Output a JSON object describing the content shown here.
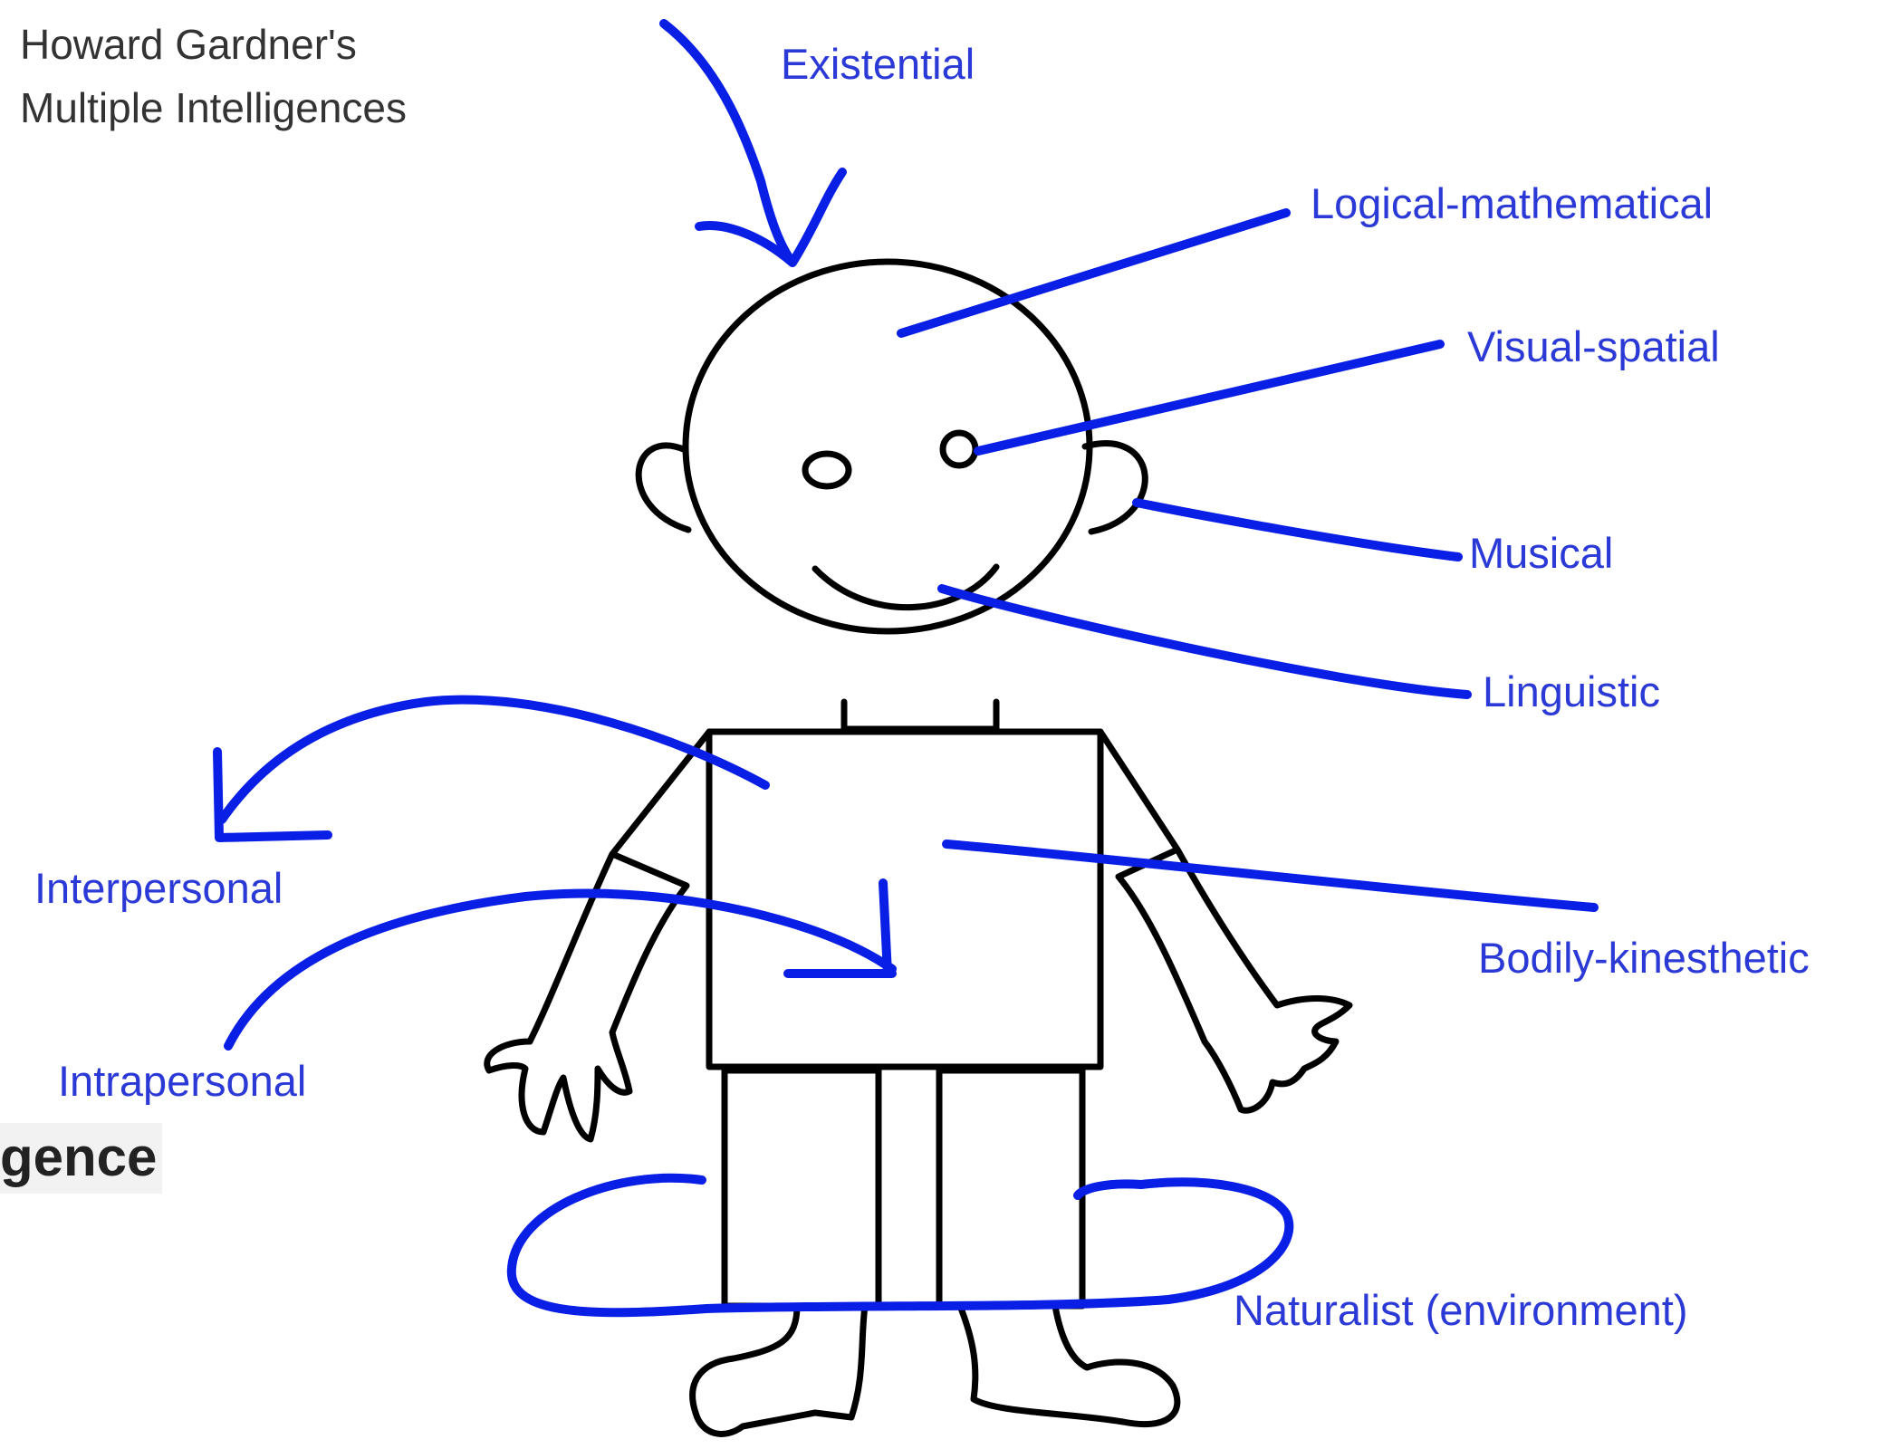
{
  "title": {
    "line1": "Howard Gardner's",
    "line2": "Multiple Intelligences"
  },
  "labels": {
    "existential": "Existential",
    "logical_mathematical": "Logical-mathematical",
    "visual_spatial": "Visual-spatial",
    "musical": "Musical",
    "linguistic": "Linguistic",
    "interpersonal": "Interpersonal",
    "intrapersonal": "Intrapersonal",
    "bodily_kinesthetic": "Bodily-kinesthetic",
    "naturalist": "Naturalist (environment)"
  },
  "fragment": "gence",
  "colors": {
    "label_text": "#2b39d6",
    "annotation_stroke": "#0a1fe6",
    "figure_stroke": "#000000",
    "title_text": "#333333"
  }
}
